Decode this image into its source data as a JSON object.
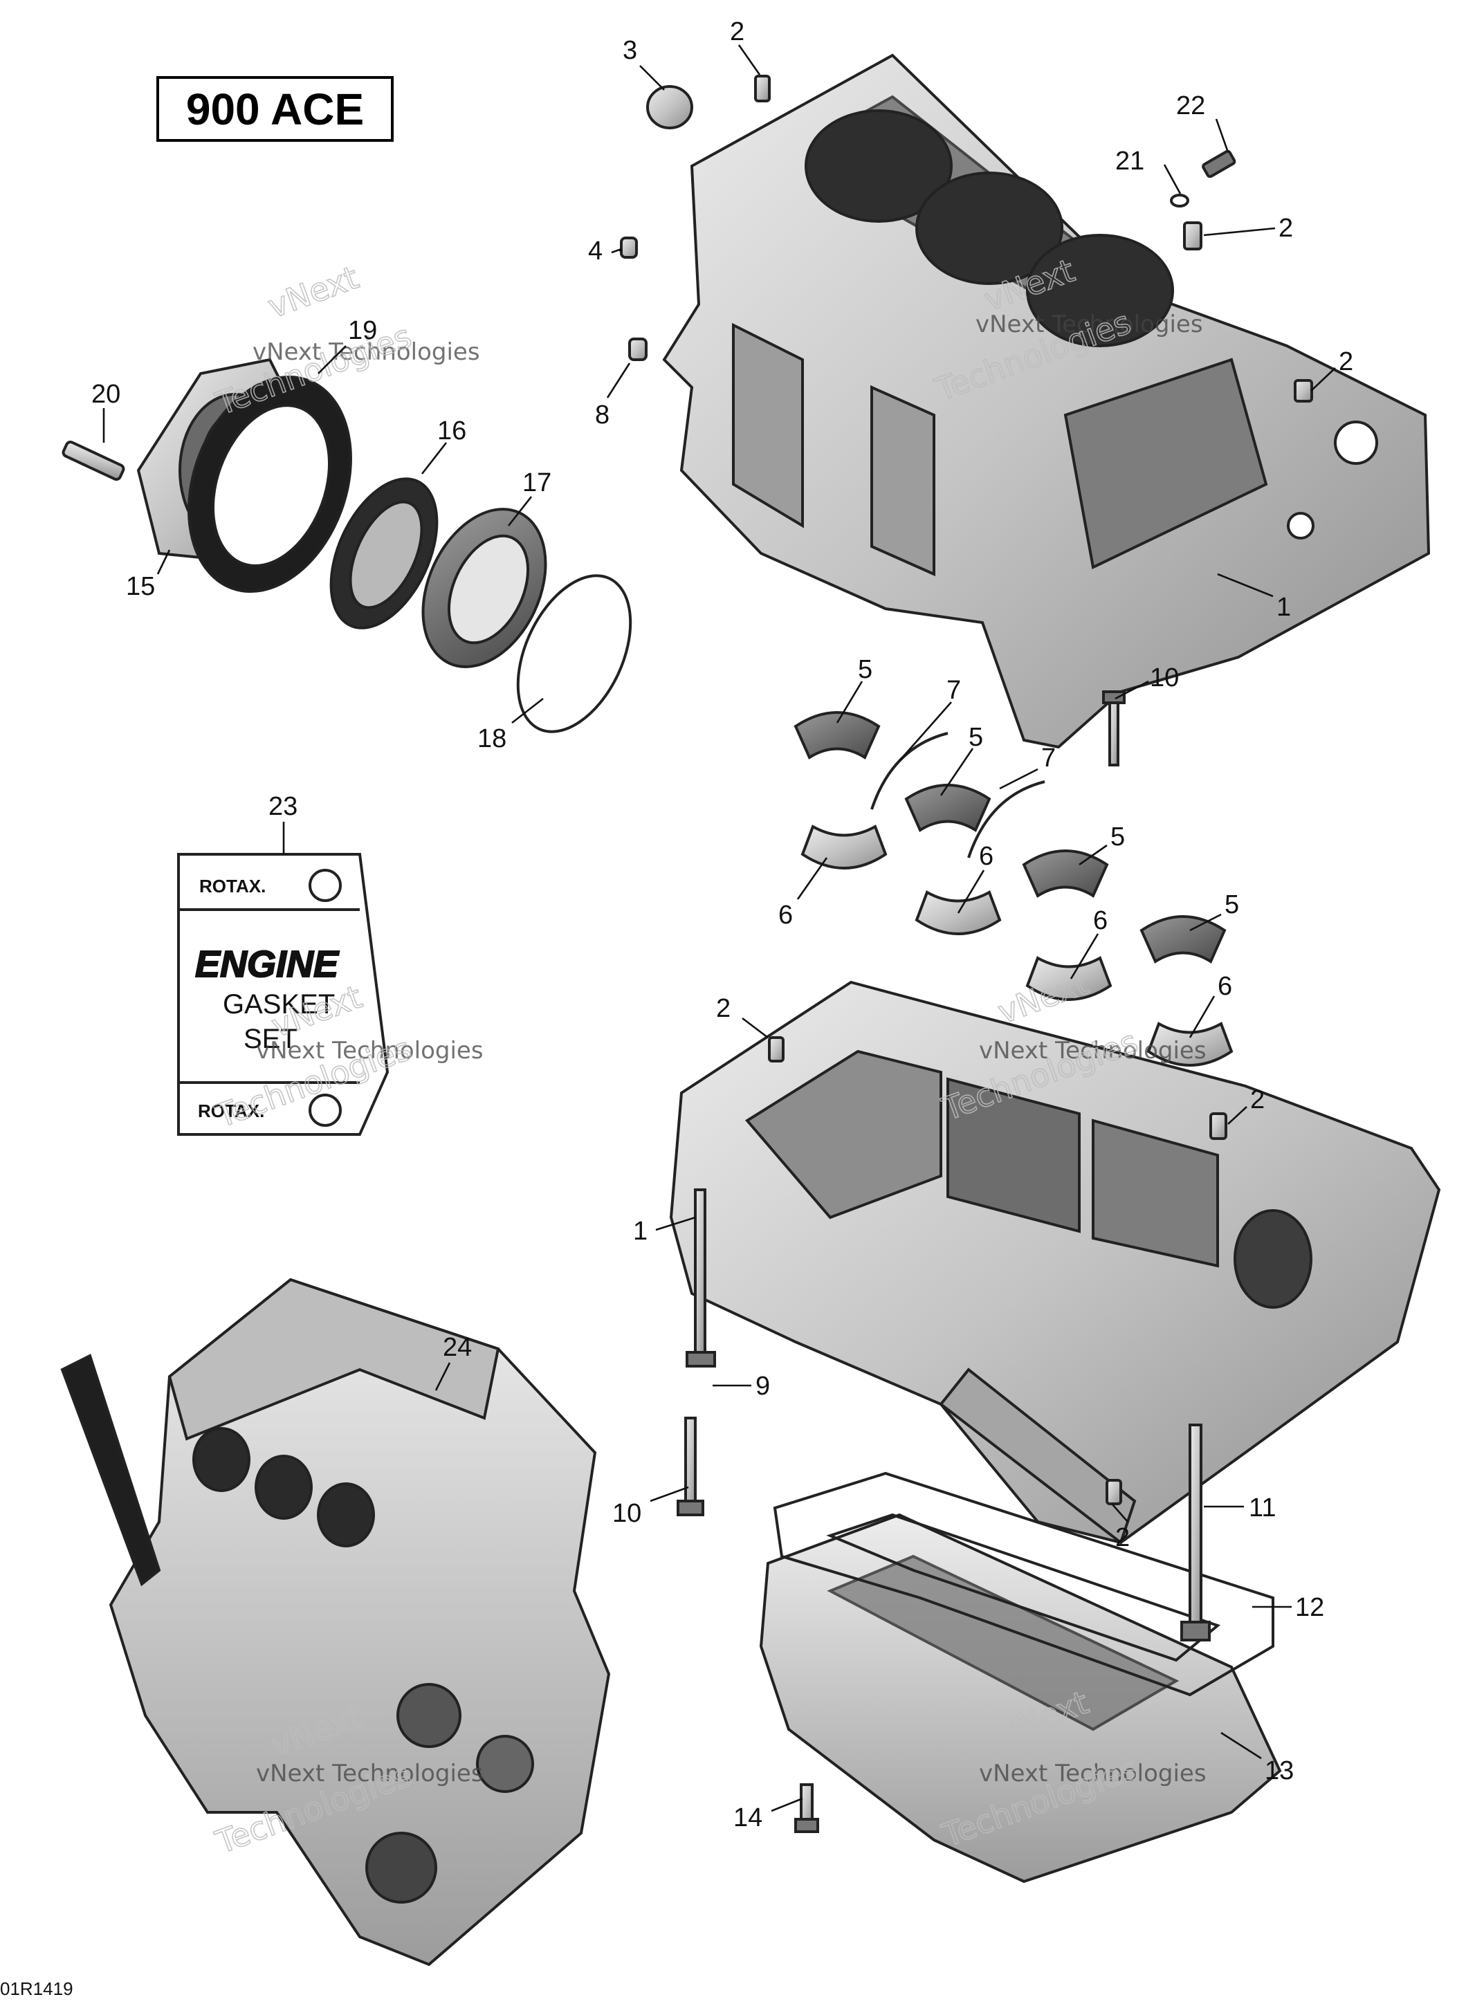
{
  "title": "900 ACE",
  "figure_code": "01R1419",
  "watermark": {
    "brand": "vNext",
    "line1": "vNext Technologies",
    "line2": "Technologies"
  },
  "decal": {
    "brand": "ROTAX.",
    "line1": "ENGINE",
    "line2": "GASKET",
    "line3": "SET"
  },
  "callouts": {
    "c1a": "1",
    "c1b": "1",
    "c2a": "2",
    "c2b": "2",
    "c2c": "2",
    "c2d": "2",
    "c2e": "2",
    "c2f": "2",
    "c3": "3",
    "c4": "4",
    "c5a": "5",
    "c5b": "5",
    "c5c": "5",
    "c5d": "5",
    "c6a": "6",
    "c6b": "6",
    "c6c": "6",
    "c6d": "6",
    "c7a": "7",
    "c7b": "7",
    "c8": "8",
    "c9": "9",
    "c10a": "10",
    "c10b": "10",
    "c11": "11",
    "c12": "12",
    "c13": "13",
    "c14": "14",
    "c15": "15",
    "c16": "16",
    "c17": "17",
    "c18": "18",
    "c19": "19",
    "c20": "20",
    "c21": "21",
    "c22": "22",
    "c23": "23",
    "c24": "24"
  },
  "colors": {
    "metal_light": "#d2d2d2",
    "metal_mid": "#a9a9a9",
    "metal_dark": "#555555",
    "line": "#111111",
    "watermark": "#bdbdbd"
  }
}
